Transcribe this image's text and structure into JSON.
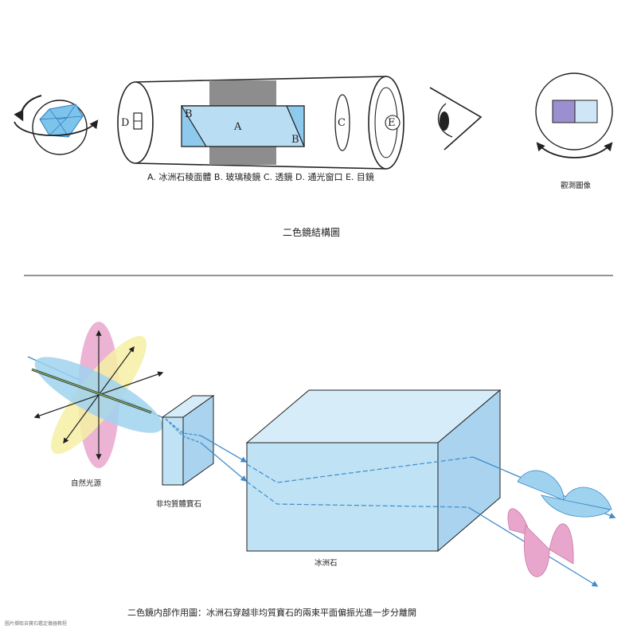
{
  "top": {
    "labels": {
      "A": "A",
      "B1": "B",
      "B2": "B",
      "C": "C",
      "D": "D",
      "E": "E"
    },
    "legend": "A. 冰洲石稜面體 B. 玻璃稜鏡 C. 透鏡 D. 通光窗口 E. 目鏡",
    "observed_label": "觀測圖像",
    "title": "二色鏡結構圖",
    "colors": {
      "prism": "#8ec9ee",
      "tube_gray": "#8d8d8d",
      "window_left": "#9c8fd0",
      "window_right": "#cfe6f7"
    }
  },
  "bottom": {
    "source_label": "自然光源",
    "gem_label": "非均質體寶石",
    "calcite_label": "冰洲石",
    "caption": "二色鏡内部作用圖：冰洲石穿越非均質寶石的兩束平面偏振光進一步分離開",
    "colors": {
      "pink": "#e9a6cc",
      "yellow": "#f6f0a4",
      "blue": "#9fd2ee",
      "box": "#bfe2f5",
      "ray": "#4f9ad6"
    }
  },
  "credit": "圖片擷取自寶石鑑定儀器教程"
}
